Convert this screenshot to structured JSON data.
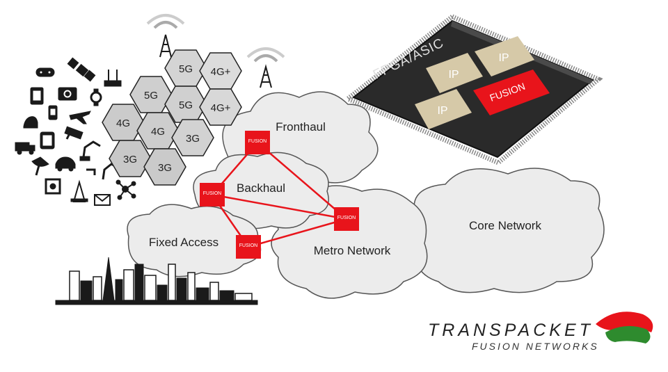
{
  "cells": [
    {
      "label": "5G"
    },
    {
      "label": "4G+"
    },
    {
      "label": "5G"
    },
    {
      "label": "5G"
    },
    {
      "label": "4G+"
    },
    {
      "label": "4G"
    },
    {
      "label": "4G"
    },
    {
      "label": "3G"
    },
    {
      "label": "3G"
    },
    {
      "label": "3G"
    }
  ],
  "clouds": {
    "fronthaul": "Fronthaul",
    "backhaul": "Backhaul",
    "fixed_access": "Fixed Access",
    "metro": "Metro Network",
    "core": "Core Network"
  },
  "fusion_label": "FUSION",
  "chip": {
    "title": "FPGA/ASIC",
    "ip_label": "IP",
    "fusion_label": "FUSION"
  },
  "brand": {
    "name": "TRANSPACKET",
    "tagline": "FUSION NETWORKS"
  },
  "colors": {
    "fusion_red": "#e8141b",
    "cloud_fill": "#ececec",
    "cloud_stroke": "#555555",
    "chip_body": "#2a2a2a",
    "ip_tile": "#d6c9a8",
    "brand_green": "#2e8b2e"
  },
  "icons": [
    "gamepad-icon",
    "satellite-icon",
    "router-icon",
    "tablet-icon",
    "camera-icon",
    "watch-icon",
    "car-icon",
    "phone-icon",
    "airplane-icon",
    "security-camera-icon",
    "truck-icon",
    "smartwatch-icon",
    "robot-arm-icon",
    "satellite-dish-icon",
    "faucet-icon",
    "industrial-robot-icon",
    "sensor-icon",
    "oil-rig-icon",
    "envelope-icon",
    "network-node-icon",
    "antenna-tower-icon",
    "city-skyline-icon",
    "transpacket-logo-icon"
  ]
}
